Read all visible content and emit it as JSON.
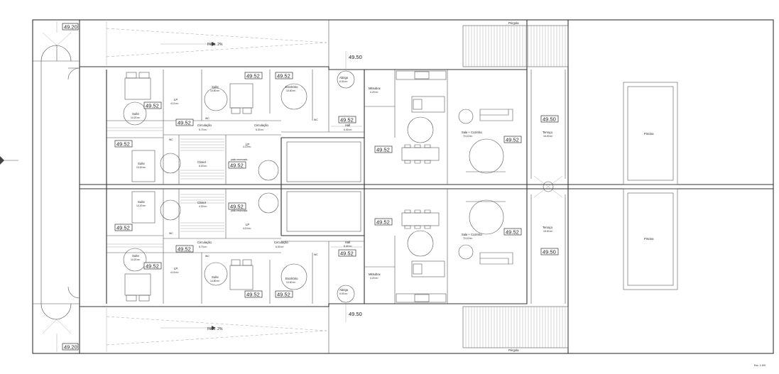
{
  "levels": {
    "lv_4920": "49.20",
    "lv_4950": "49.50",
    "lv_4952": "49.52"
  },
  "slopes": {
    "incl": "INCL. 2%"
  },
  "labels": {
    "pergola": "Pérgola",
    "piscina": "Piscina",
    "circulacao": "Circulação",
    "wc": "WC",
    "lp": "LP"
  },
  "rooms": {
    "suite": {
      "name": "Suíte",
      "area": "14.20 m²"
    },
    "suite2": {
      "name": "Suíte",
      "area": "14.80 m²"
    },
    "suite3": {
      "name": "Suíte",
      "area": "13.00 m²"
    },
    "suite4": {
      "name": "Suíte",
      "area": "14.20 m²"
    },
    "ws": {
      "name": "I.S.",
      "area": "4.10 m²"
    },
    "escritorio": {
      "name": "Escritório",
      "area": "10.60 m²"
    },
    "circ1": {
      "name": "Circulação",
      "area": "5.70 m²"
    },
    "circ2": {
      "name": "Circulação",
      "area": "6.00 m²"
    },
    "hall": {
      "name": "Hall",
      "area": "6.40 m²"
    },
    "abrigo": {
      "name": "Abrigo",
      "area": "6.00 m²"
    },
    "mitsubox": {
      "name": "Mitsubox",
      "area": "4.20 m²"
    },
    "closet": {
      "name": "Closet",
      "area": "6.00 m²"
    },
    "closet2": {
      "name": "Closet",
      "area": "4.00 m²"
    },
    "sala": {
      "name": "Sala + Cozinha",
      "area": "70.10 m²"
    },
    "terraco": {
      "name": "Terraço",
      "area": "15.00 m²"
    },
    "is2": {
      "name": "I.S.",
      "area": "4.10 m²"
    }
  },
  "misc": {
    "patio": "pátio reservado",
    "scale_label": "Esc. 1:100"
  },
  "colors": {
    "wall": "#333333",
    "thin": "#555555",
    "background": "#ffffff"
  }
}
